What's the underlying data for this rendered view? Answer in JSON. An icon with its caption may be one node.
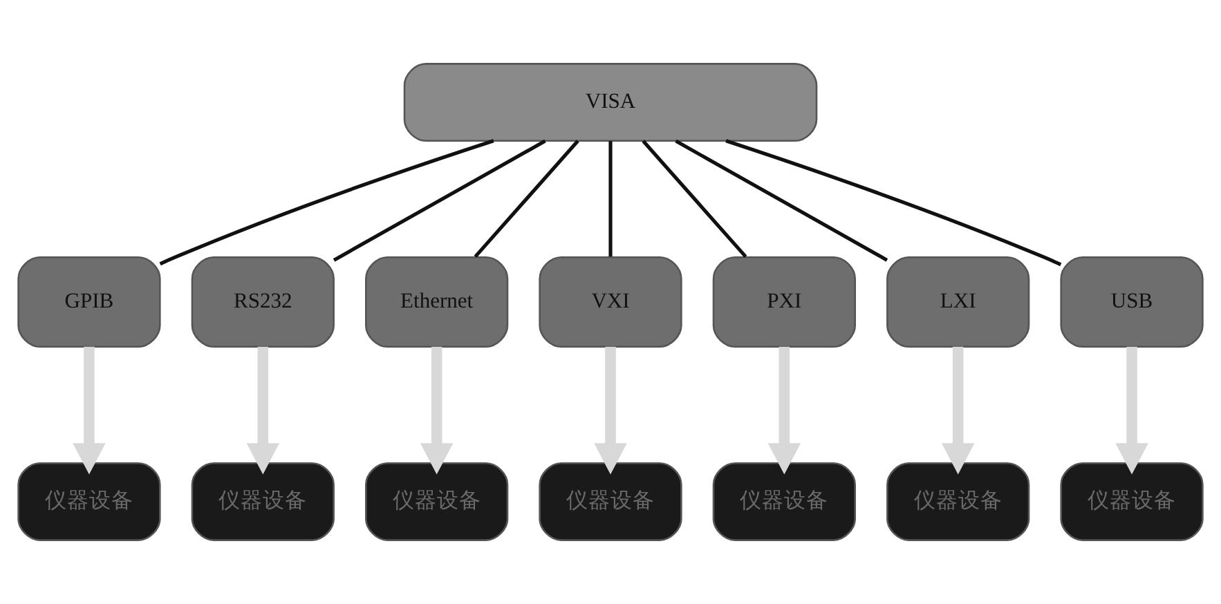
{
  "diagram": {
    "nodes": [
      {
        "text": [
          "VISA"
        ]
      },
      {
        "text": [
          "GPIB"
        ]
      },
      {
        "text": [
          "RS232"
        ]
      },
      {
        "text": [
          "Ethernet"
        ]
      },
      {
        "text": [
          "VXI"
        ]
      },
      {
        "text": [
          "PXI"
        ]
      },
      {
        "text": [
          "LXI"
        ]
      },
      {
        "text": [
          "USB"
        ]
      },
      {
        "text": [
          "仪器设备"
        ]
      },
      {
        "text": [
          "仪器设备"
        ]
      },
      {
        "text": [
          "仪器设备"
        ]
      },
      {
        "text": [
          "仪器设备"
        ]
      },
      {
        "text": [
          "仪器设备"
        ]
      },
      {
        "text": [
          "仪器设备"
        ]
      },
      {
        "text": [
          "仪器设备"
        ]
      }
    ],
    "edges": [
      {
        "from": 0,
        "to": 1,
        "arrow": "none"
      },
      {
        "from": 0,
        "to": 2,
        "arrow": "none"
      },
      {
        "from": 0,
        "to": 3,
        "arrow": "none"
      },
      {
        "from": 0,
        "to": 4,
        "arrow": "none"
      },
      {
        "from": 0,
        "to": 5,
        "arrow": "none"
      },
      {
        "from": 0,
        "to": 6,
        "arrow": "none"
      },
      {
        "from": 0,
        "to": 7,
        "arrow": "none"
      },
      {
        "from": 1,
        "to": 8,
        "arrow": "to",
        "style": "thick",
        "color": "#d8d8d8"
      },
      {
        "from": 2,
        "to": 9,
        "arrow": "to",
        "style": "thick",
        "color": "#d8d8d8"
      },
      {
        "from": 3,
        "to": 10,
        "arrow": "to",
        "style": "thick",
        "color": "#d8d8d8"
      },
      {
        "from": 4,
        "to": 11,
        "arrow": "to",
        "style": "thick",
        "color": "#d8d8d8"
      },
      {
        "from": 5,
        "to": 12,
        "arrow": "to",
        "style": "thick",
        "color": "#d8d8d8"
      },
      {
        "from": 6,
        "to": 13,
        "arrow": "to",
        "style": "thick",
        "color": "#d8d8d8"
      },
      {
        "from": 7,
        "to": 14,
        "arrow": "to",
        "style": "thick",
        "color": "#d8d8d8"
      }
    ]
  }
}
